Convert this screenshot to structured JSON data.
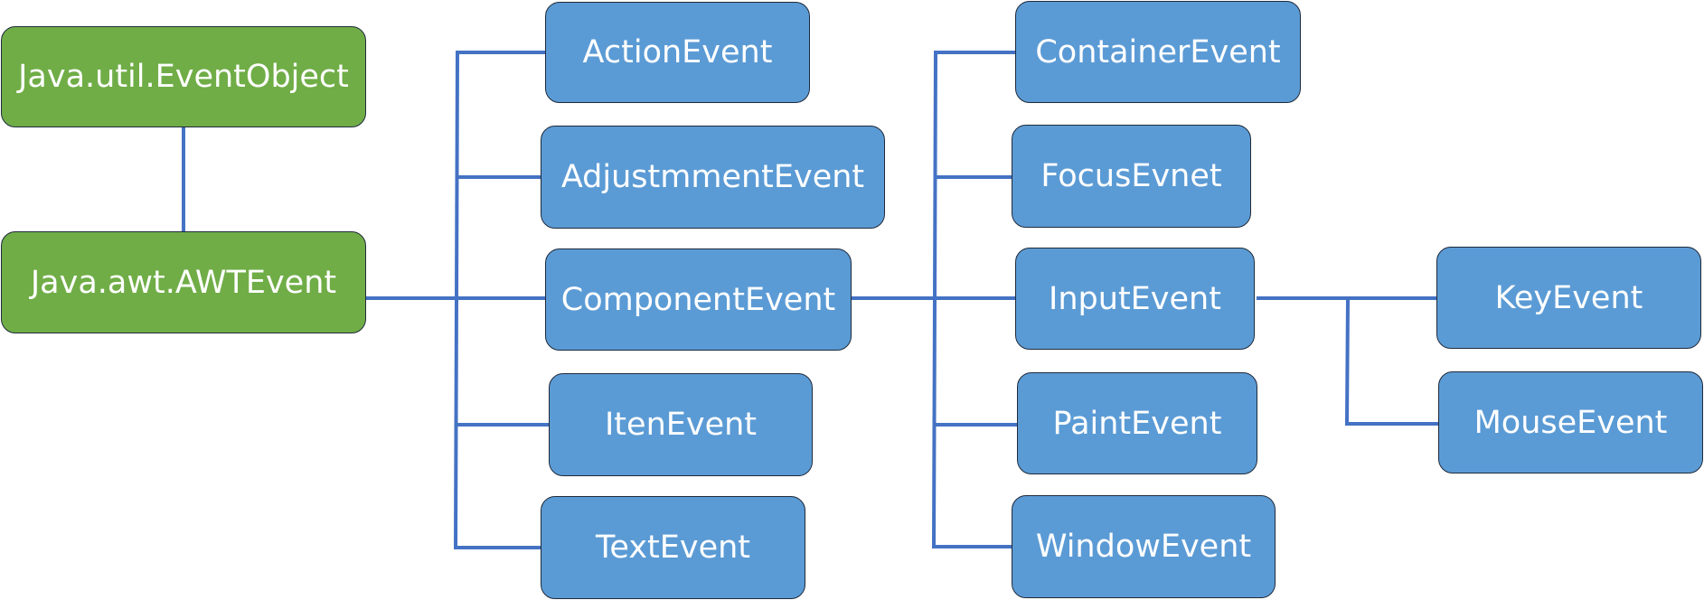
{
  "diagram": {
    "root": "Java.util.EventObject",
    "awt": "Java.awt.AWTEvent",
    "level1": [
      "ActionEvent",
      "AdjustmmentEvent",
      "ComponentEvent",
      "ItenEvent",
      "TextEvent"
    ],
    "level2": [
      "ContainerEvent",
      "FocusEvnet",
      "InputEvent",
      "PaintEvent",
      "WindowEvent"
    ],
    "level3": [
      "KeyEvent",
      "MouseEvent"
    ],
    "colors": {
      "root_fill": "#70ad47",
      "child_fill": "#5b9bd5",
      "connector": "#4472c4"
    }
  }
}
